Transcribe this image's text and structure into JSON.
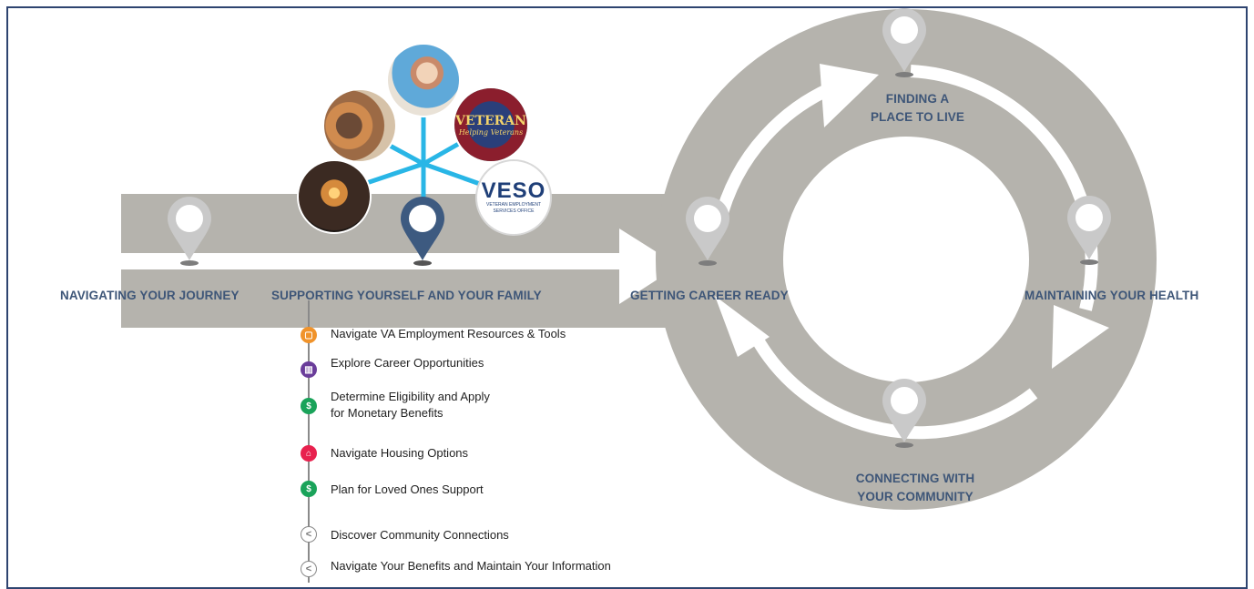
{
  "stages": {
    "navigating": "NAVIGATING YOUR JOURNEY",
    "supporting": "SUPPORTING YOURSELF AND YOUR FAMILY",
    "career": "GETTING CAREER READY",
    "place_line1": "FINDING A",
    "place_line2": "PLACE TO LIVE",
    "health": "MAINTAINING YOUR HEALTH",
    "community_line1": "CONNECTING WITH",
    "community_line2": "YOUR COMMUNITY"
  },
  "logos": {
    "veso_title": "VESO",
    "veso_sub1": "VETERAN EMPLOYMENT",
    "veso_sub2": "SERVICES OFFICE",
    "vhv_top": "VETERAN",
    "vhv_bottom": "Helping Veterans"
  },
  "steps": [
    {
      "text": "Navigate VA Employment Resources & Tools",
      "color": "#f0932b",
      "icon": "briefcase-icon",
      "glyph": "▢"
    },
    {
      "text": "Explore Career Opportunities",
      "color": "#6a3d9a",
      "icon": "book-icon",
      "glyph": "▥"
    },
    {
      "text": "Determine Eligibility and Apply",
      "text2": "for Monetary Benefits",
      "color": "#1aa35a",
      "icon": "dollar-icon",
      "glyph": "$"
    },
    {
      "text": "Navigate Housing Options",
      "color": "#e8214e",
      "icon": "home-icon",
      "glyph": "⌂"
    },
    {
      "text": "Plan for Loved Ones Support",
      "color": "#1aa35a",
      "icon": "dollar-icon",
      "glyph": "$"
    },
    {
      "text": "Discover Community Connections",
      "color": "#ffffff",
      "icon": "share-icon",
      "glyph": "<"
    },
    {
      "text": "Navigate Your Benefits and Maintain Your Information",
      "color": "#ffffff",
      "icon": "share-icon",
      "glyph": "<"
    }
  ],
  "colors": {
    "road": "#b5b3ad",
    "pin": "#c9c9c9",
    "pin_active": "#3d5a80",
    "spoke": "#29b6e6",
    "label": "#3e5678",
    "border": "#2e4470"
  }
}
